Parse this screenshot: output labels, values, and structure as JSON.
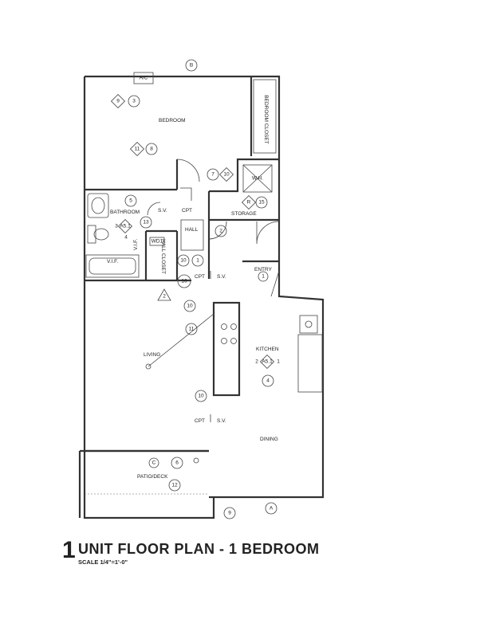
{
  "rooms": {
    "bedroom": "BEDROOM",
    "bedroom_closet": "BEDROOM CLOSET",
    "bathroom": "BATHROOM",
    "hall": "HALL",
    "hall_closet": "HALL CLOSET",
    "storage": "STORAGE",
    "entry": "ENTRY",
    "kitchen": "KITCHEN",
    "living": "LIVING",
    "dining": "DINING",
    "patio": "PATIO/DECK"
  },
  "labels": {
    "ac": "A/C",
    "cpt": "CPT",
    "sv": "S.V.",
    "vif": "V.I.F.",
    "vif_short": "V.I.F.",
    "wd": "WD1",
    "wh": "W.H."
  },
  "tags": {
    "grid_b": "B",
    "grid_a": "A",
    "grid_c": "C",
    "n1": "1",
    "n2": "2",
    "n3": "3",
    "n4": "4",
    "n5": "5",
    "n6": "6",
    "n7": "7",
    "n8": "8",
    "n9": "9",
    "n10": "10",
    "n11": "11",
    "n12": "12",
    "n13": "13",
    "n15": "15",
    "n16": "16",
    "r": "R",
    "a5_1": "A5.1"
  },
  "title": {
    "number": "1",
    "text": "UNIT FLOOR PLAN - 1 BEDROOM",
    "scale": "SCALE 1/4\"=1'-0\""
  }
}
